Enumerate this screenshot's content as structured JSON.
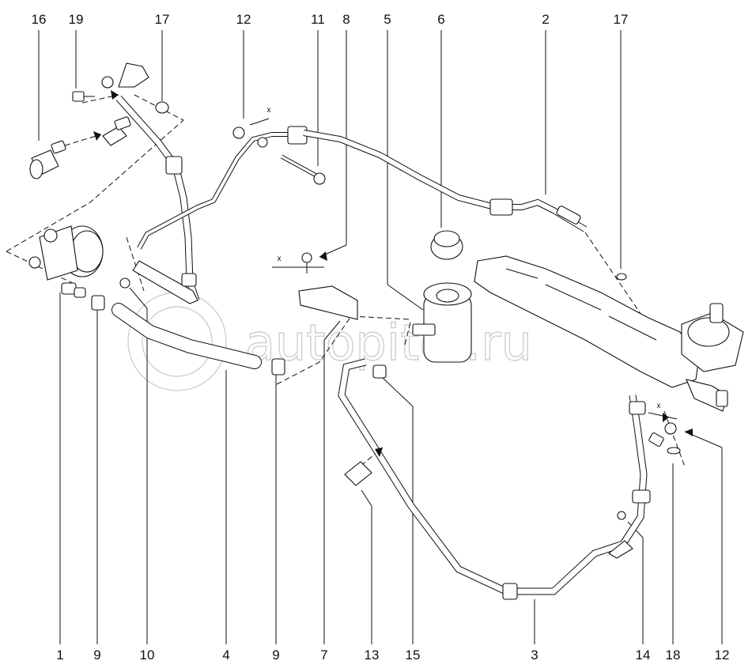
{
  "watermark": {
    "text": "autopiter.ru"
  },
  "callouts": [
    {
      "id": "top-16",
      "text": "16"
    },
    {
      "id": "top-19",
      "text": "19"
    },
    {
      "id": "top-17a",
      "text": "17"
    },
    {
      "id": "top-12",
      "text": "12"
    },
    {
      "id": "top-11",
      "text": "11"
    },
    {
      "id": "top-8",
      "text": "8"
    },
    {
      "id": "top-5",
      "text": "5"
    },
    {
      "id": "top-6",
      "text": "6"
    },
    {
      "id": "top-2",
      "text": "2"
    },
    {
      "id": "top-17b",
      "text": "17"
    },
    {
      "id": "bot-1",
      "text": "1"
    },
    {
      "id": "bot-9a",
      "text": "9"
    },
    {
      "id": "bot-10",
      "text": "10"
    },
    {
      "id": "bot-4",
      "text": "4"
    },
    {
      "id": "bot-9b",
      "text": "9"
    },
    {
      "id": "bot-7",
      "text": "7"
    },
    {
      "id": "bot-13",
      "text": "13"
    },
    {
      "id": "bot-15",
      "text": "15"
    },
    {
      "id": "bot-3",
      "text": "3"
    },
    {
      "id": "bot-14",
      "text": "14"
    },
    {
      "id": "bot-18",
      "text": "18"
    },
    {
      "id": "bot-12",
      "text": "12"
    }
  ],
  "marks": [
    "x",
    "x",
    "x"
  ]
}
